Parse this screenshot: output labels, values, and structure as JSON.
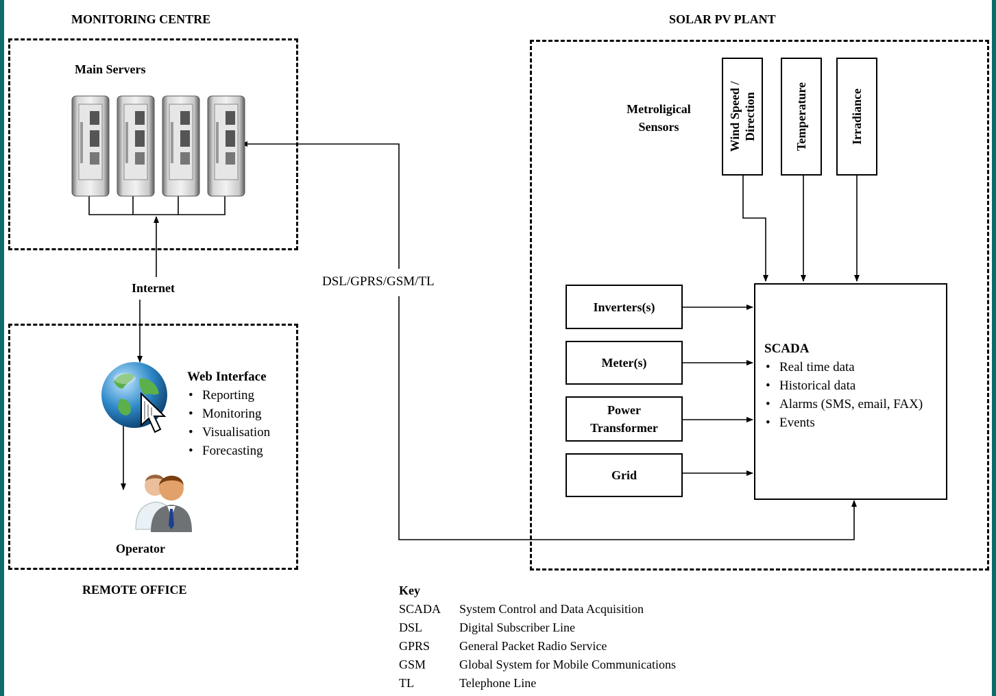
{
  "sections": {
    "monitoring_centre": "MONITORING CENTRE",
    "solar_pv_plant": "SOLAR PV PLANT",
    "remote_office": "REMOTE OFFICE"
  },
  "main_servers": {
    "label": "Main Servers",
    "count": 4
  },
  "connections": {
    "internet": "Internet",
    "comms": "DSL/GPRS/GSM/TL"
  },
  "web_interface": {
    "title": "Web Interface",
    "items": [
      "Reporting",
      "Monitoring",
      "Visualisation",
      "Forecasting"
    ]
  },
  "operator": "Operator",
  "sensors": {
    "title_line1": "Metroligical",
    "title_line2": "Sensors",
    "wind": "Wind Speed / Direction",
    "temperature": "Temperature",
    "irradiance": "Irradiance"
  },
  "inputs": {
    "inverters": "Inverters(s)",
    "meter": "Meter(s)",
    "power_transformer": "Power Transformer",
    "grid": "Grid"
  },
  "scada": {
    "title": "SCADA",
    "items": [
      "Real time data",
      "Historical data",
      "Alarms (SMS, email, FAX)",
      "Events"
    ]
  },
  "key": {
    "title": "Key",
    "entries": [
      {
        "abbr": "SCADA",
        "meaning": "System Control and Data Acquisition"
      },
      {
        "abbr": "DSL",
        "meaning": "Digital Subscriber Line"
      },
      {
        "abbr": "GPRS",
        "meaning": "General Packet Radio Service"
      },
      {
        "abbr": "GSM",
        "meaning": "Global System for Mobile Communications"
      },
      {
        "abbr": "TL",
        "meaning": "Telephone Line"
      }
    ]
  },
  "colors": {
    "border": "#0b6d6b",
    "line": "#000000"
  }
}
